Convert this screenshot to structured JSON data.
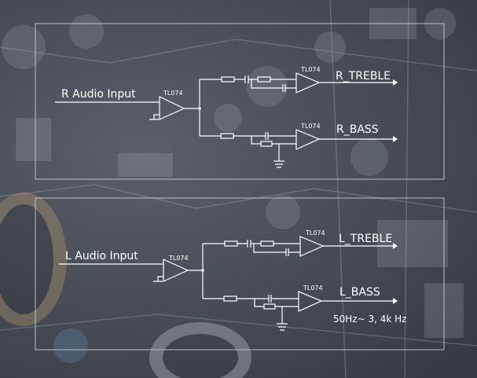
{
  "background": {
    "description_icon": "pcb-board-photo",
    "tint": "#4a4e56"
  },
  "right_channel": {
    "input_label": "R Audio Input",
    "buffer_opamp": "TL074",
    "treble_opamp": "TL074",
    "bass_opamp": "TL074",
    "treble_output": "R_TREBLE",
    "bass_output": "R_BASS"
  },
  "left_channel": {
    "input_label": "L Audio Input",
    "buffer_opamp": "TL074",
    "treble_opamp": "TL074",
    "bass_opamp": "TL074",
    "treble_output": "L_TREBLE",
    "bass_output": "L_BASS",
    "frequency_range": "50Hz~ 3, 4k Hz"
  }
}
